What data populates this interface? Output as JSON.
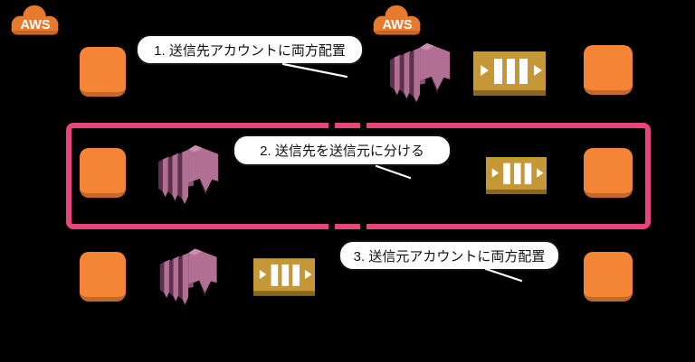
{
  "clouds": {
    "left": "AWS",
    "right": "AWS"
  },
  "callouts": [
    {
      "id": "1",
      "text": "1. 送信先アカウントに両方配置"
    },
    {
      "id": "2",
      "text": "2. 送信先を送信元に分ける"
    },
    {
      "id": "3",
      "text": "3. 送信元アカウントに両方配置"
    }
  ],
  "colors": {
    "background": "#000000",
    "aws_cloud_orange": "#e87a2e",
    "aws_cloud_orange_dark": "#c76527",
    "instance_orange": "#f58536",
    "instance_orange_dark": "#c4682b",
    "stream_purple_light": "#b26f94",
    "stream_purple_dark": "#5e3050",
    "stream_purple_mid": "#8d5377",
    "queue_gold": "#c69737",
    "queue_gold_dark": "#8a671f",
    "highlight_pink": "#e8447d",
    "callout_bg": "#ffffff",
    "callout_text": "#111111"
  },
  "icon_names": {
    "cloud": "aws-cloud-icon",
    "instance": "instance-icon",
    "stream": "kinesis-stream-icon",
    "queue": "sqs-queue-icon"
  }
}
